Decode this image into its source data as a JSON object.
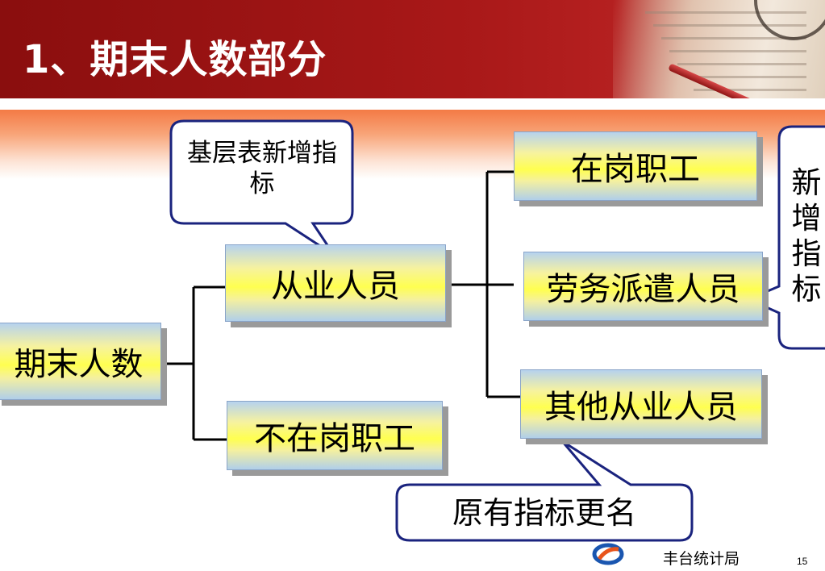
{
  "slide": {
    "title": "1、期末人数部分",
    "page_number": "15",
    "org_name": "丰台统计局"
  },
  "nodes": {
    "root": "期末人数",
    "employees": "从业人员",
    "off_post": "不在岗职工",
    "on_post": "在岗职工",
    "dispatched": "劳务派遣人员",
    "other": "其他从业人员"
  },
  "callouts": {
    "new_indicator_top": "基层表新增指标",
    "new_indicator_right": "新增指标",
    "renamed_indicator": "原有指标更名"
  },
  "colors": {
    "header_red": "#a01414",
    "callout_border": "#1a237e",
    "node_yellow": "#ffff50",
    "node_blue": "#b6d2ee"
  }
}
